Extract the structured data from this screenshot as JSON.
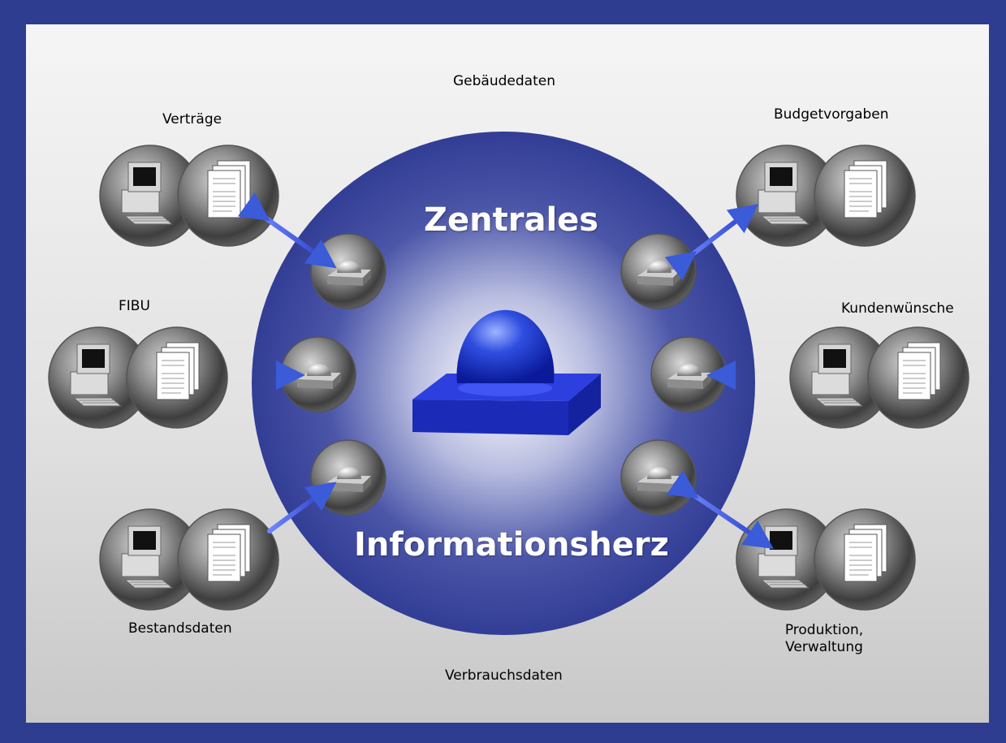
{
  "diagram": {
    "center_title_top": "Zentrales",
    "center_title_bottom": "Informationsherz",
    "labels": {
      "top": "Gebäudedaten",
      "bottom": "Verbrauchsdaten",
      "top_left": "Verträge",
      "mid_left": "FIBU",
      "bottom_left": "Bestandsdaten",
      "top_right": "Budgetvorgaben",
      "mid_right": "Kundenwünsche",
      "bottom_right_line1": "Produktion,",
      "bottom_right_line2": "Verwaltung"
    }
  },
  "colors": {
    "frame": "#2e3d8f",
    "hub_circle": "#34409a",
    "hub_glow": "#ffffff",
    "arrow": "#3b5bd9",
    "node_sphere": "#7a7a7a"
  }
}
